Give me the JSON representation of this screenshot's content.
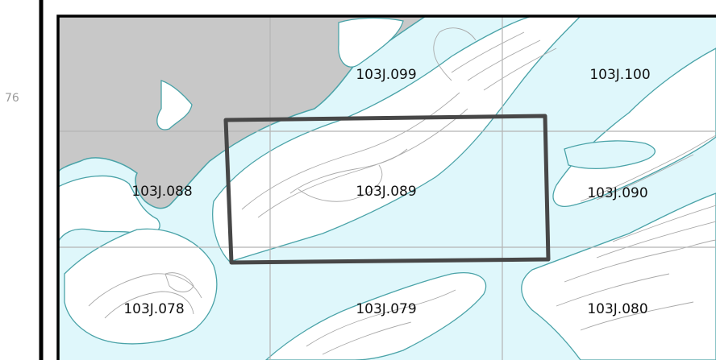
{
  "page": {
    "number": "76"
  },
  "map": {
    "colors": {
      "water": "#dff7fb",
      "land": "#ffffff",
      "outside_region": "#c8c8c8",
      "coastline": "#4aa3a8",
      "contour": "#a9a9a9",
      "grid": "#b4b4b4",
      "highlight_box": "#474747",
      "frame": "#000000"
    },
    "tiles": [
      {
        "id": "103J.099"
      },
      {
        "id": "103J.100"
      },
      {
        "id": "103J.088"
      },
      {
        "id": "103J.089"
      },
      {
        "id": "103J.090"
      },
      {
        "id": "103J.078"
      },
      {
        "id": "103J.079"
      },
      {
        "id": "103J.080"
      }
    ],
    "highlighted_tile": "103J.089"
  }
}
